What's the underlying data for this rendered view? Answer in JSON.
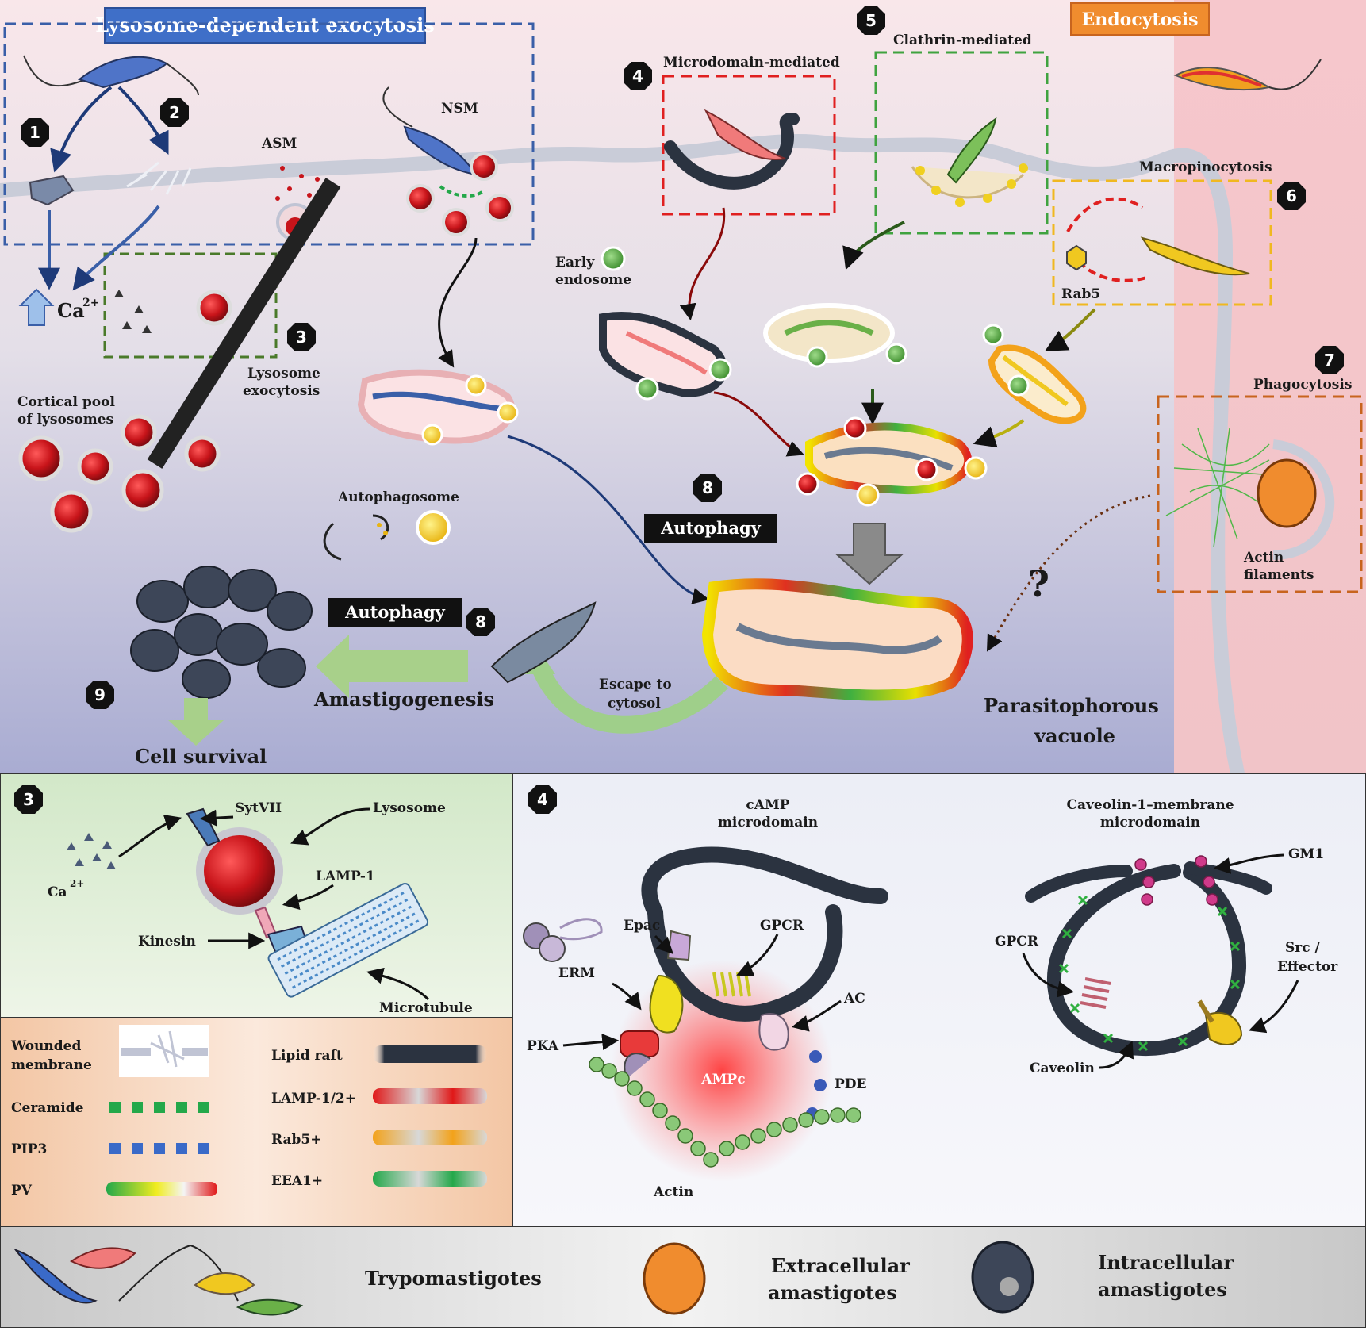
{
  "headers": {
    "exocytosis": "Lysosome-dependent exocytosis",
    "endocytosis": "Endocytosis"
  },
  "main_labels": {
    "asm": "ASM",
    "nsm": "NSM",
    "ca": "Ca",
    "ca_sup": "2+",
    "lysosome_exocytosis_1": "Lysosome",
    "lysosome_exocytosis_2": "exocytosis",
    "cortical_1": "Cortical pool",
    "cortical_2": "of lysosomes",
    "microdomain": "Microdomain-mediated",
    "clathrin": "Clathrin-mediated",
    "macropinocytosis": "Macropinocytosis",
    "early_endosome_1": "Early",
    "early_endosome_2": "endosome",
    "rab5": "Rab5",
    "phagocytosis": "Phagocytosis",
    "actin_filaments_1": "Actin",
    "actin_filaments_2": "filaments",
    "autophagosome": "Autophagosome",
    "autophagy": "Autophagy",
    "amastigogenesis": "Amastigogenesis",
    "escape_1": "Escape to",
    "escape_2": "cytosol",
    "pv_1": "Parasitophorous",
    "pv_2": "vacuole",
    "cell_survival": "Cell survival",
    "question": "?"
  },
  "numbers": [
    "1",
    "2",
    "3",
    "4",
    "5",
    "6",
    "7",
    "8",
    "9"
  ],
  "panel3": {
    "badge": "3",
    "sytvii": "SytVII",
    "lysosome": "Lysosome",
    "lamp1": "LAMP-1",
    "kinesin": "Kinesin",
    "microtubule": "Microtubule",
    "ca": "Ca",
    "ca_sup": "2+"
  },
  "legend": {
    "wounded_1": "Wounded",
    "wounded_2": "membrane",
    "ceramide": "Ceramide",
    "pip3": "PIP3",
    "pv": "PV",
    "lipid_raft": "Lipid raft",
    "lamp12": "LAMP-1/2+",
    "rab5": "Rab5+",
    "eea1": "EEA1+"
  },
  "panel4": {
    "badge": "4",
    "camp_1": "cAMP",
    "camp_2": "microdomain",
    "cav_1": "Caveolin-1–membrane",
    "cav_2": "microdomain",
    "epac": "Epac",
    "gpcr": "GPCR",
    "erm": "ERM",
    "ac": "AC",
    "pka": "PKA",
    "ampc": "AMPc",
    "pde": "PDE",
    "actin": "Actin",
    "gm1": "GM1",
    "gpcr2": "GPCR",
    "src_1": "Src /",
    "src_2": "Effector",
    "caveolin": "Caveolin"
  },
  "footer": {
    "trypo": "Trypomastigotes",
    "extra_1": "Extracellular",
    "extra_2": "amastigotes",
    "intra_1": "Intracellular",
    "intra_2": "amastigotes"
  },
  "colors": {
    "lysosome_red": "#c8141a",
    "exo_box": "#3a5fa8",
    "micro_box": "#e02020",
    "clathrin_box": "#3fa33f",
    "macro_box": "#f0b820",
    "phago_box": "#c8641e",
    "lipid_raft": "#2b3340",
    "endocytosis_tag": "#f08c2e",
    "exocytosis_tag": "#3f6fc8"
  }
}
